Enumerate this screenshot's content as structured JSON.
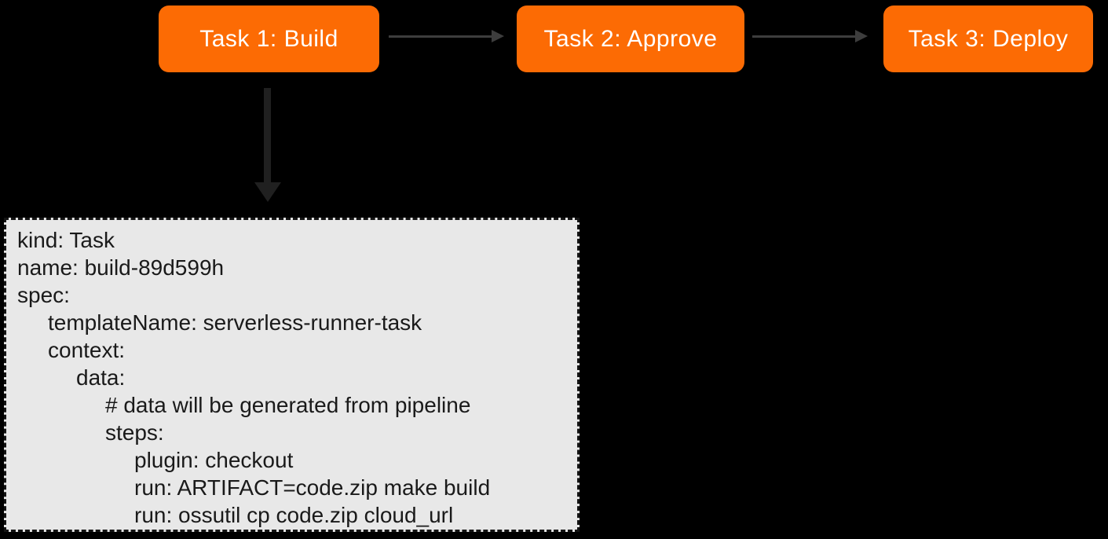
{
  "diagram": {
    "type": "pipeline-flowchart",
    "colors": {
      "bg": "#000000",
      "node-fill": "#fc6b04",
      "node-text": "#ffffff",
      "arrow": "#3d3d3d",
      "detail-arrow": "#202020",
      "panel-bg": "#e8e8e8",
      "panel-border": "#141414",
      "panel-text": "#1a1a1a"
    },
    "nodes": [
      {
        "id": "task1",
        "label": "Task 1: Build"
      },
      {
        "id": "task2",
        "label": "Task 2: Approve"
      },
      {
        "id": "task3",
        "label": "Task 3: Deploy"
      }
    ],
    "connectors": [
      {
        "from": "task1",
        "to": "task2",
        "style": "thin-gray-arrow"
      },
      {
        "from": "task2",
        "to": "task3",
        "style": "thin-gray-arrow"
      },
      {
        "from": "task1",
        "to": "code_panel",
        "style": "thick-dark-arrow"
      }
    ],
    "code_panel": {
      "describes": "task1",
      "lines": [
        {
          "indent": 0,
          "text": "kind: Task"
        },
        {
          "indent": 0,
          "text": "name: build-89d599h"
        },
        {
          "indent": 0,
          "text": "spec:"
        },
        {
          "indent": 1,
          "text": "templateName: serverless-runner-task"
        },
        {
          "indent": 1,
          "text": "context:"
        },
        {
          "indent": 2,
          "text": "data:"
        },
        {
          "indent": 3,
          "text": "# data will be generated from pipeline"
        },
        {
          "indent": 3,
          "text": "steps:"
        },
        {
          "indent": 4,
          "text": "plugin: checkout"
        },
        {
          "indent": 4,
          "text": "run: ARTIFACT=code.zip make build"
        },
        {
          "indent": 4,
          "text": "run: ossutil cp code.zip cloud_url"
        }
      ]
    }
  }
}
